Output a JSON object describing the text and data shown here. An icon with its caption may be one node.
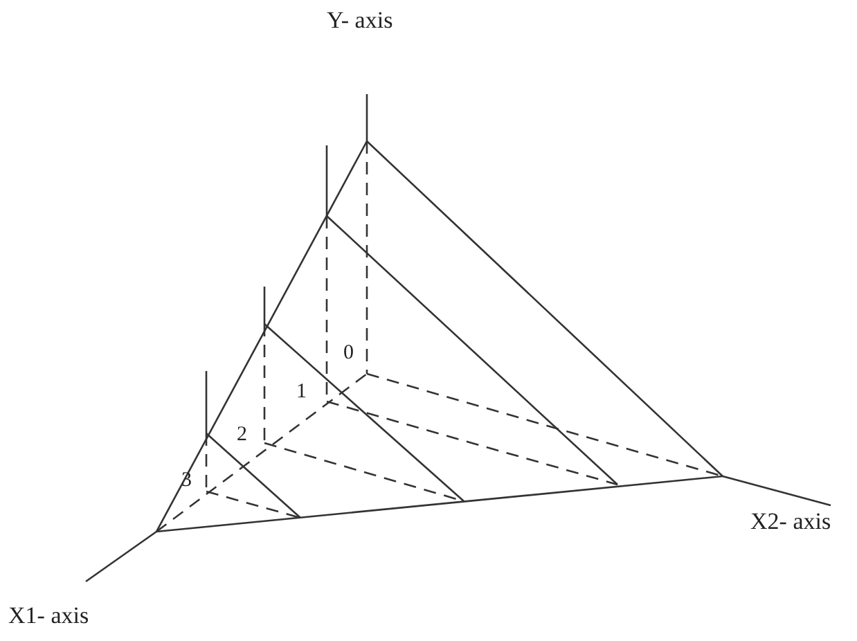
{
  "diagram": {
    "labels": [
      "Y- axis",
      "0",
      "1",
      "2",
      "3",
      "X2- axis",
      "X1- axis"
    ]
  }
}
